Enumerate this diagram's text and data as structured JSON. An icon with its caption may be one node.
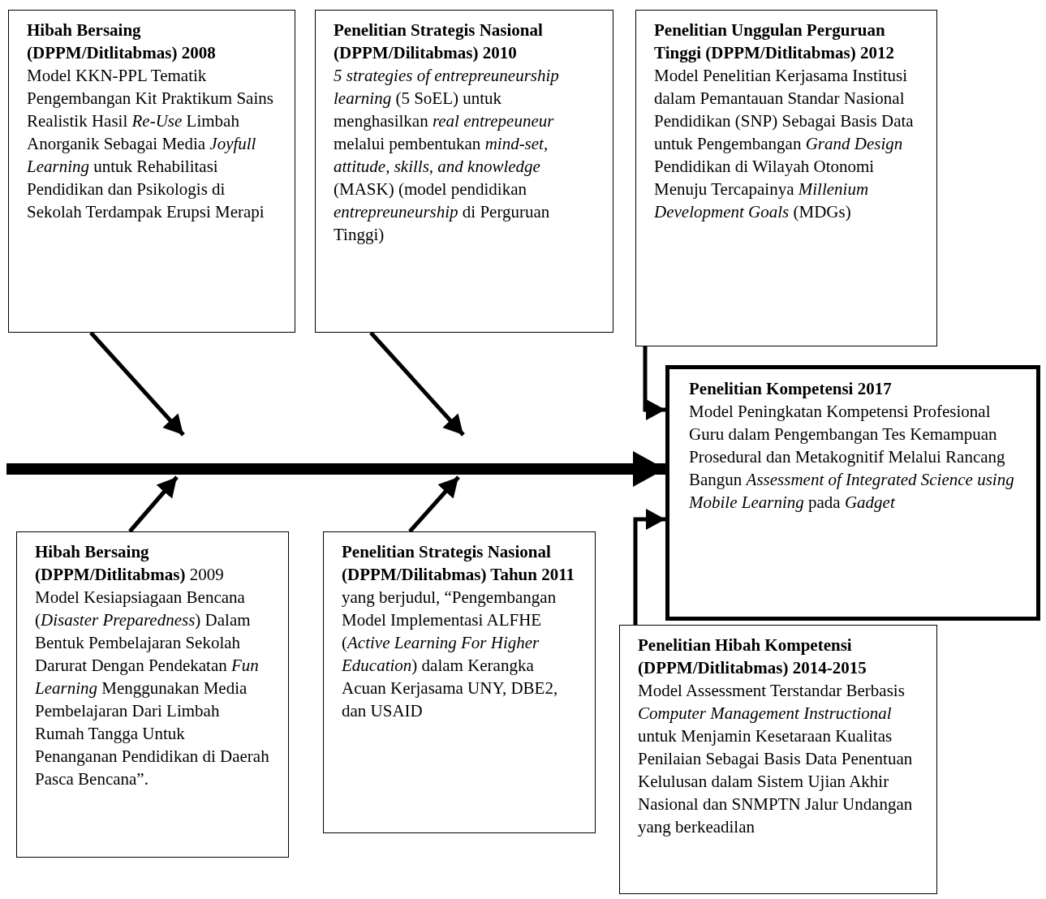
{
  "diagram": {
    "nodes": [
      {
        "text": [
          "Hibah Bersaing (DPPM/Ditlitabmas) 2008",
          "Model KKN-PPL Tematik Pengembangan Kit Praktikum Sains Realistik Hasil *Re-Use* Limbah Anorganik Sebagai Media *Joyfull Learning* untuk Rehabilitasi Pendidikan dan Psikologis di Sekolah Terdampak Erupsi Merapi"
        ]
      },
      {
        "text": [
          "Penelitian Strategis Nasional (DPPM/Dilitabmas) 2010",
          "*5 strategies of entrepreuneurship learning* (5 SoEL) untuk menghasilkan *real entrepeuneur* melalui pembentukan *mind-set, attitude, skills, and knowledge* (MASK) (model pendidikan *entrepreuneurship* di Perguruan Tinggi)"
        ]
      },
      {
        "text": [
          "Penelitian Unggulan Perguruan Tinggi (DPPM/Ditlitabmas) 2012",
          "Model Penelitian Kerjasama Institusi dalam Pemantauan Standar Nasional Pendidikan (SNP) Sebagai Basis Data untuk Pengembangan *Grand Design* Pendidikan di Wilayah Otonomi Menuju Tercapainya *Millenium Development Goals* (MDGs)"
        ]
      },
      {
        "text": [
          "Penelitian Kompetensi 2017",
          "Model Peningkatan Kompetensi Profesional Guru dalam Pengembangan Tes Kemampuan Prosedural dan Metakognitif Melalui Rancang Bangun *Assessment of Integrated Science using Mobile Learning* pada *Gadget*"
        ]
      },
      {
        "text": [
          "**Hibah Bersaing (DPPM/Ditlitabmas)** 2009",
          "Model Kesiapsiagaan Bencana (*Disaster Preparedness*) Dalam Bentuk Pembelajaran Sekolah Darurat Dengan Pendekatan *Fun Learning* Menggunakan Media Pembelajaran Dari Limbah Rumah Tangga Untuk Penanganan Pendidikan di Daerah Pasca Bencana”."
        ]
      },
      {
        "text": [
          "**Penelitian Strategis Nasional (DPPM/Dilitabmas) Tahun 2011** yang berjudul, “Pengembangan Model Implementasi ALFHE (*Active Learning For Higher Education*) dalam Kerangka Acuan Kerjasama UNY, DBE2, dan USAID"
        ]
      },
      {
        "text": [
          "Penelitian Hibah Kompetensi (DPPM/Ditlitabmas) 2014-2015",
          "Model Assessment Terstandar Berbasis *Computer Management Instructional* untuk Menjamin Kesetaraan Kualitas Penilaian Sebagai Basis Data Penentuan Kelulusan dalam Sistem Ujian Akhir Nasional dan SNMPTN Jalur Undangan yang berkeadilan"
        ]
      }
    ],
    "edges": [
      {
        "from": null,
        "to": 3,
        "arrow": "to",
        "style": "thick"
      },
      {
        "from": 0,
        "to": null,
        "arrow": "to"
      },
      {
        "from": 4,
        "to": null,
        "arrow": "to"
      },
      {
        "from": 1,
        "to": null,
        "arrow": "to"
      },
      {
        "from": 5,
        "to": null,
        "arrow": "to"
      },
      {
        "from": 2,
        "to": 3,
        "arrow": "to"
      },
      {
        "from": 6,
        "to": 3,
        "arrow": "to"
      }
    ]
  }
}
